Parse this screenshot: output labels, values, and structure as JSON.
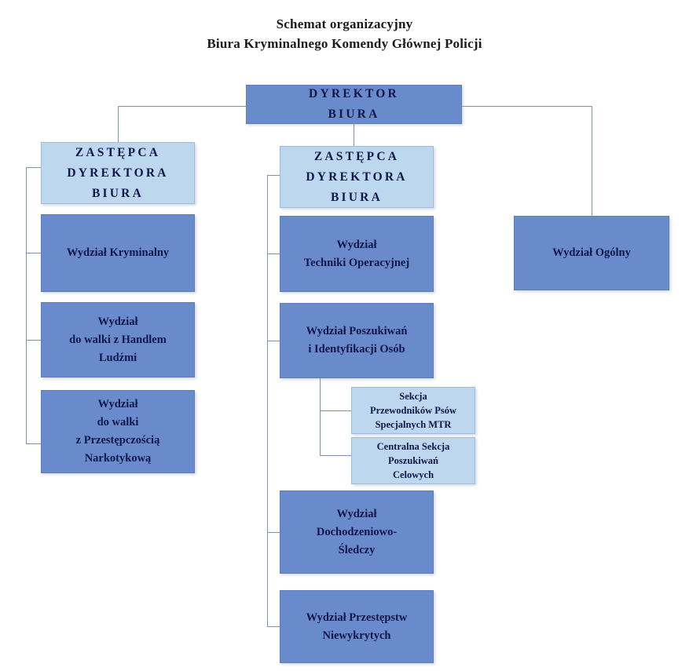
{
  "title": {
    "line1": "Schemat organizacyjny",
    "line2": "Biura Kryminalnego Komendy Głównej Policji"
  },
  "colors": {
    "box_primary": "#6a8bcb",
    "box_secondary": "#bdd7ee",
    "text": "#11174a",
    "connector": "#7d93b5",
    "background": "#ffffff"
  },
  "chart_data": {
    "type": "diagram",
    "subtype": "organizational-chart",
    "title": "Schemat organizacyjny Biura Kryminalnego Komendy Głównej Policji"
  },
  "nodes": {
    "director": {
      "label": "DYREKTOR\nBIURA",
      "level": 0,
      "style": "primary"
    },
    "deputy_left": {
      "label": "ZASTĘPCA\nDYREKTORA\nBIURA",
      "level": 1,
      "style": "secondary"
    },
    "deputy_mid": {
      "label": "ZASTĘPCA\nDYREKTORA\nBIURA",
      "level": 1,
      "style": "secondary"
    },
    "wydzial_ogolny": {
      "label": "Wydział Ogólny",
      "level": 1,
      "style": "primary"
    },
    "left_1": {
      "label": "Wydział Kryminalny",
      "level": 2,
      "style": "primary"
    },
    "left_2": {
      "label": "Wydział\ndo walki z Handlem\nLudźmi",
      "level": 2,
      "style": "primary"
    },
    "left_3": {
      "label": "Wydział\ndo walki\nz  Przestępczością\nNarkotykową",
      "level": 2,
      "style": "primary"
    },
    "mid_1": {
      "label": "Wydział\nTechniki Operacyjnej",
      "level": 2,
      "style": "primary"
    },
    "mid_2": {
      "label": "Wydział Poszukiwań\ni Identyfikacji Osób",
      "level": 2,
      "style": "primary"
    },
    "mid_2_sub_1": {
      "label": "Sekcja\nPrzewodników Psów\nSpecjalnych MTR",
      "level": 3,
      "style": "secondary"
    },
    "mid_2_sub_2": {
      "label": "Centralna Sekcja\nPoszukiwań\nCelowych",
      "level": 3,
      "style": "secondary"
    },
    "mid_3": {
      "label": "Wydział\nDochodzeniowo-\nŚledczy",
      "level": 2,
      "style": "primary"
    },
    "mid_4": {
      "label": "Wydział Przestępstw\nNiewykrytych",
      "level": 2,
      "style": "primary"
    }
  }
}
